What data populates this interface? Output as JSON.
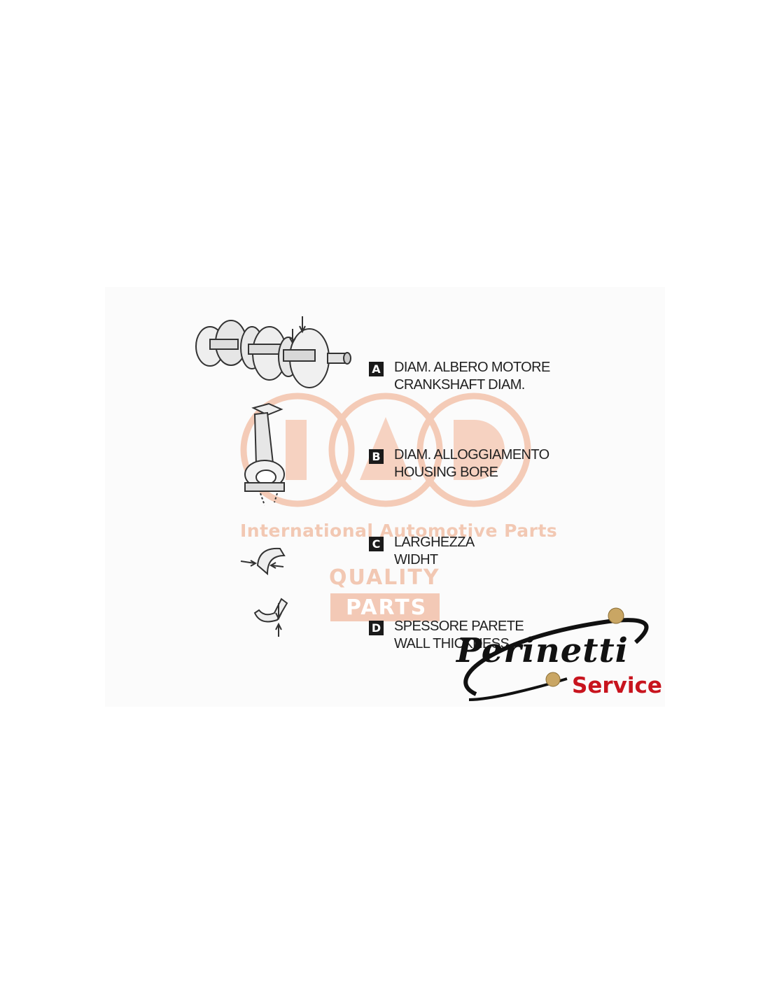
{
  "legend": [
    {
      "letter": "A",
      "line1": "DIAM.  ALBERO MOTORE",
      "line2": "CRANKSHAFT DIAM."
    },
    {
      "letter": "B",
      "line1": "DIAM. ALLOGGIAMENTO",
      "line2": "HOUSING BORE"
    },
    {
      "letter": "C",
      "line1": "LARGHEZZA",
      "line2": "WIDHT"
    },
    {
      "letter": "D",
      "line1": "SPESSORE PARETE",
      "line2": "WALL THICKNESS"
    }
  ],
  "watermark": {
    "name": "International Automotive Parts",
    "quality": "QUALITY",
    "parts": "PARTS",
    "color": "#f2c8b3"
  },
  "logo": {
    "name": "Perinetti",
    "sub": "Service",
    "sub_color": "#c8141e",
    "accent_color": "#c9a664"
  }
}
